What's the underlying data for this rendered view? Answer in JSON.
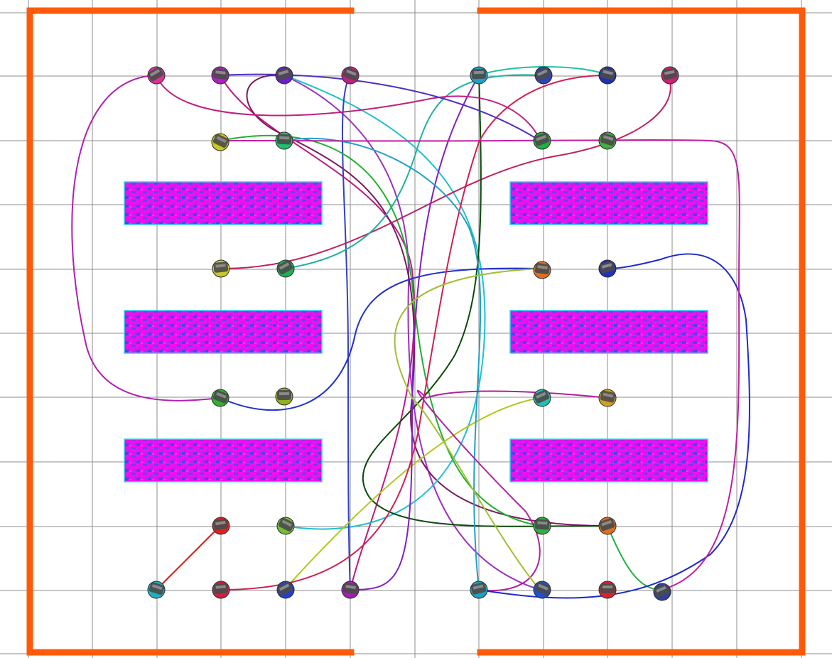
{
  "colors": {
    "background": "#ffffff",
    "grid": "#8c8c8c",
    "wall": "#ff5a0a",
    "shelf_magenta": "#ee10ee",
    "shelf_blue": "#4a3cf0",
    "shelf_cyan": "#22d8e8",
    "robot_body": "#4a4a4a"
  },
  "robots": [
    {
      "id": "r1",
      "color": "#e0309a"
    },
    {
      "id": "r2",
      "color": "#b020c0"
    },
    {
      "id": "r3",
      "color": "#6a20c8"
    },
    {
      "id": "r4",
      "color": "#c02080"
    },
    {
      "id": "r5",
      "color": "#20a0c0"
    },
    {
      "id": "r6",
      "color": "#3040c0"
    },
    {
      "id": "r7",
      "color": "#2030b0"
    },
    {
      "id": "r8",
      "color": "#d02070"
    },
    {
      "id": "r9",
      "color": "#c8c820"
    },
    {
      "id": "r10",
      "color": "#20c070"
    },
    {
      "id": "r11",
      "color": "#20b040"
    },
    {
      "id": "r12",
      "color": "#40b040"
    },
    {
      "id": "r13",
      "color": "#c8c830"
    },
    {
      "id": "r14",
      "color": "#20b050"
    },
    {
      "id": "r15",
      "color": "#e07020"
    },
    {
      "id": "r16",
      "color": "#2030c0"
    },
    {
      "id": "r17",
      "color": "#30b030"
    },
    {
      "id": "r18",
      "color": "#90b020"
    },
    {
      "id": "r19",
      "color": "#20c0b0"
    },
    {
      "id": "r20",
      "color": "#d0a020"
    },
    {
      "id": "r21",
      "color": "#e02020"
    },
    {
      "id": "r22",
      "color": "#70c030"
    },
    {
      "id": "r23",
      "color": "#30b040"
    },
    {
      "id": "r24",
      "color": "#e07020"
    },
    {
      "id": "r25",
      "color": "#20b0c0"
    },
    {
      "id": "r26",
      "color": "#d02040"
    },
    {
      "id": "r27",
      "color": "#2040d0"
    },
    {
      "id": "r28",
      "color": "#a020b0"
    },
    {
      "id": "r29",
      "color": "#20a0c0"
    },
    {
      "id": "r30",
      "color": "#2050d0"
    },
    {
      "id": "r31",
      "color": "#e02030"
    },
    {
      "id": "r32",
      "color": "#3040a0"
    }
  ],
  "paths": [
    {
      "color": "#b020b0"
    },
    {
      "color": "#c01880"
    },
    {
      "color": "#9b30c0"
    },
    {
      "color": "#7a1a60"
    },
    {
      "color": "#20c0d0"
    },
    {
      "color": "#3040c8"
    },
    {
      "color": "#20b030"
    },
    {
      "color": "#c02060"
    },
    {
      "color": "#20b0a0"
    },
    {
      "color": "#0a4a0a"
    },
    {
      "color": "#b0c820"
    },
    {
      "color": "#2030d0"
    },
    {
      "color": "#e01010"
    },
    {
      "color": "#8020c0"
    },
    {
      "color": "#d02050"
    },
    {
      "color": "#20a0c8"
    },
    {
      "color": "#b020a0"
    },
    {
      "color": "#20b040"
    },
    {
      "color": "#a0c030"
    },
    {
      "color": "#c02080"
    },
    {
      "color": "#5030c0"
    },
    {
      "color": "#20c0a0"
    },
    {
      "color": "#1e2ad0"
    },
    {
      "color": "#c020a0"
    }
  ]
}
